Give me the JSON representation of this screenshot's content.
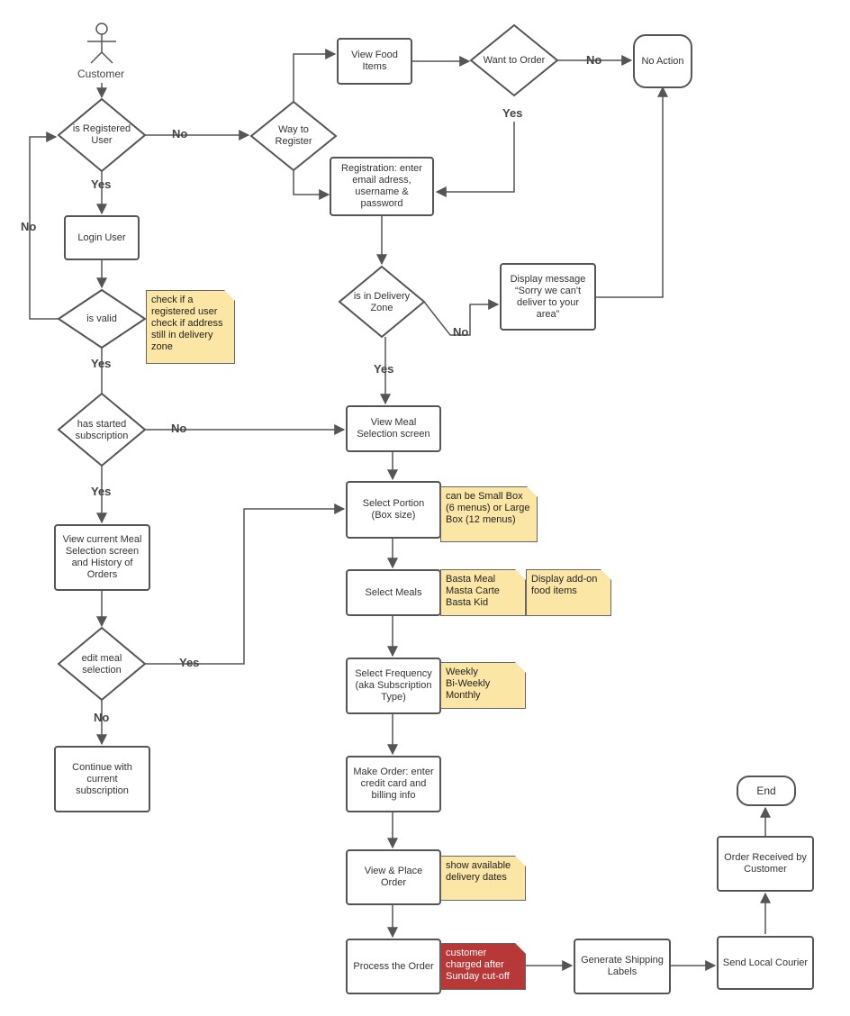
{
  "actor": {
    "label": "Customer"
  },
  "nodes": {
    "is_registered": "is Registered User",
    "way_to_register": "Way to Register",
    "view_food_items": "View Food Items",
    "want_to_order": "Want to Order",
    "no_action": "No Action",
    "registration": "Registration: enter email adress, username & password",
    "login_user": "Login User",
    "is_valid": "is valid",
    "is_in_delivery_zone": "is in Delivery Zone",
    "display_message": "Display message “Sorry we can't deliver to your area”",
    "has_started_subscription": "has started subscription",
    "view_meal_selection_screen": "View Meal Selection screen",
    "select_portion": "Select Portion (Box size)",
    "view_current_meal_selection": "View current Meal Selection screen and History of Orders",
    "select_meals": "Select Meals",
    "edit_meal_selection": "edit meal selection",
    "select_frequency": "Select Frequency (aka Subscription Type)",
    "continue_subscription": "Continue with current subscription",
    "make_order": "Make Order: enter credit card and billing info",
    "view_place_order": "View  & Place Order",
    "process_order": "Process the Order",
    "generate_shipping_labels": "Generate Shipping Labels",
    "send_local_courier": "Send Local Courier",
    "order_received": "Order Received by Customer",
    "end": "End"
  },
  "notes": {
    "check_valid": [
      "check if a",
      "registered user",
      "check if address",
      "still in delivery",
      "zone"
    ],
    "box_size": [
      "can be Small Box",
      "(6 menus) or Large",
      "Box (12 menus)"
    ],
    "meal_types": [
      "Basta Meal",
      "Masta Carte",
      "Basta Kid"
    ],
    "add_on": [
      "Display add-on",
      "food items"
    ],
    "frequency": [
      "Weekly",
      "Bi-Weekly",
      "Monthly"
    ],
    "delivery_dates": [
      "show available",
      "delivery dates"
    ],
    "charged": [
      "customer",
      "charged after",
      "Sunday cut-off"
    ]
  },
  "labels": {
    "no_registered": "No",
    "yes_registered": "Yes",
    "no_want": "No",
    "yes_want": "Yes",
    "no_valid": "No",
    "yes_valid": "Yes",
    "no_zone": "No",
    "yes_zone": "Yes",
    "no_subscription": "No",
    "yes_subscription": "Yes",
    "yes_edit": "Yes",
    "no_edit": "No"
  },
  "colors": {
    "stroke": "#555555",
    "note_yellow": "#fbe6a6",
    "note_red": "#b83737"
  }
}
